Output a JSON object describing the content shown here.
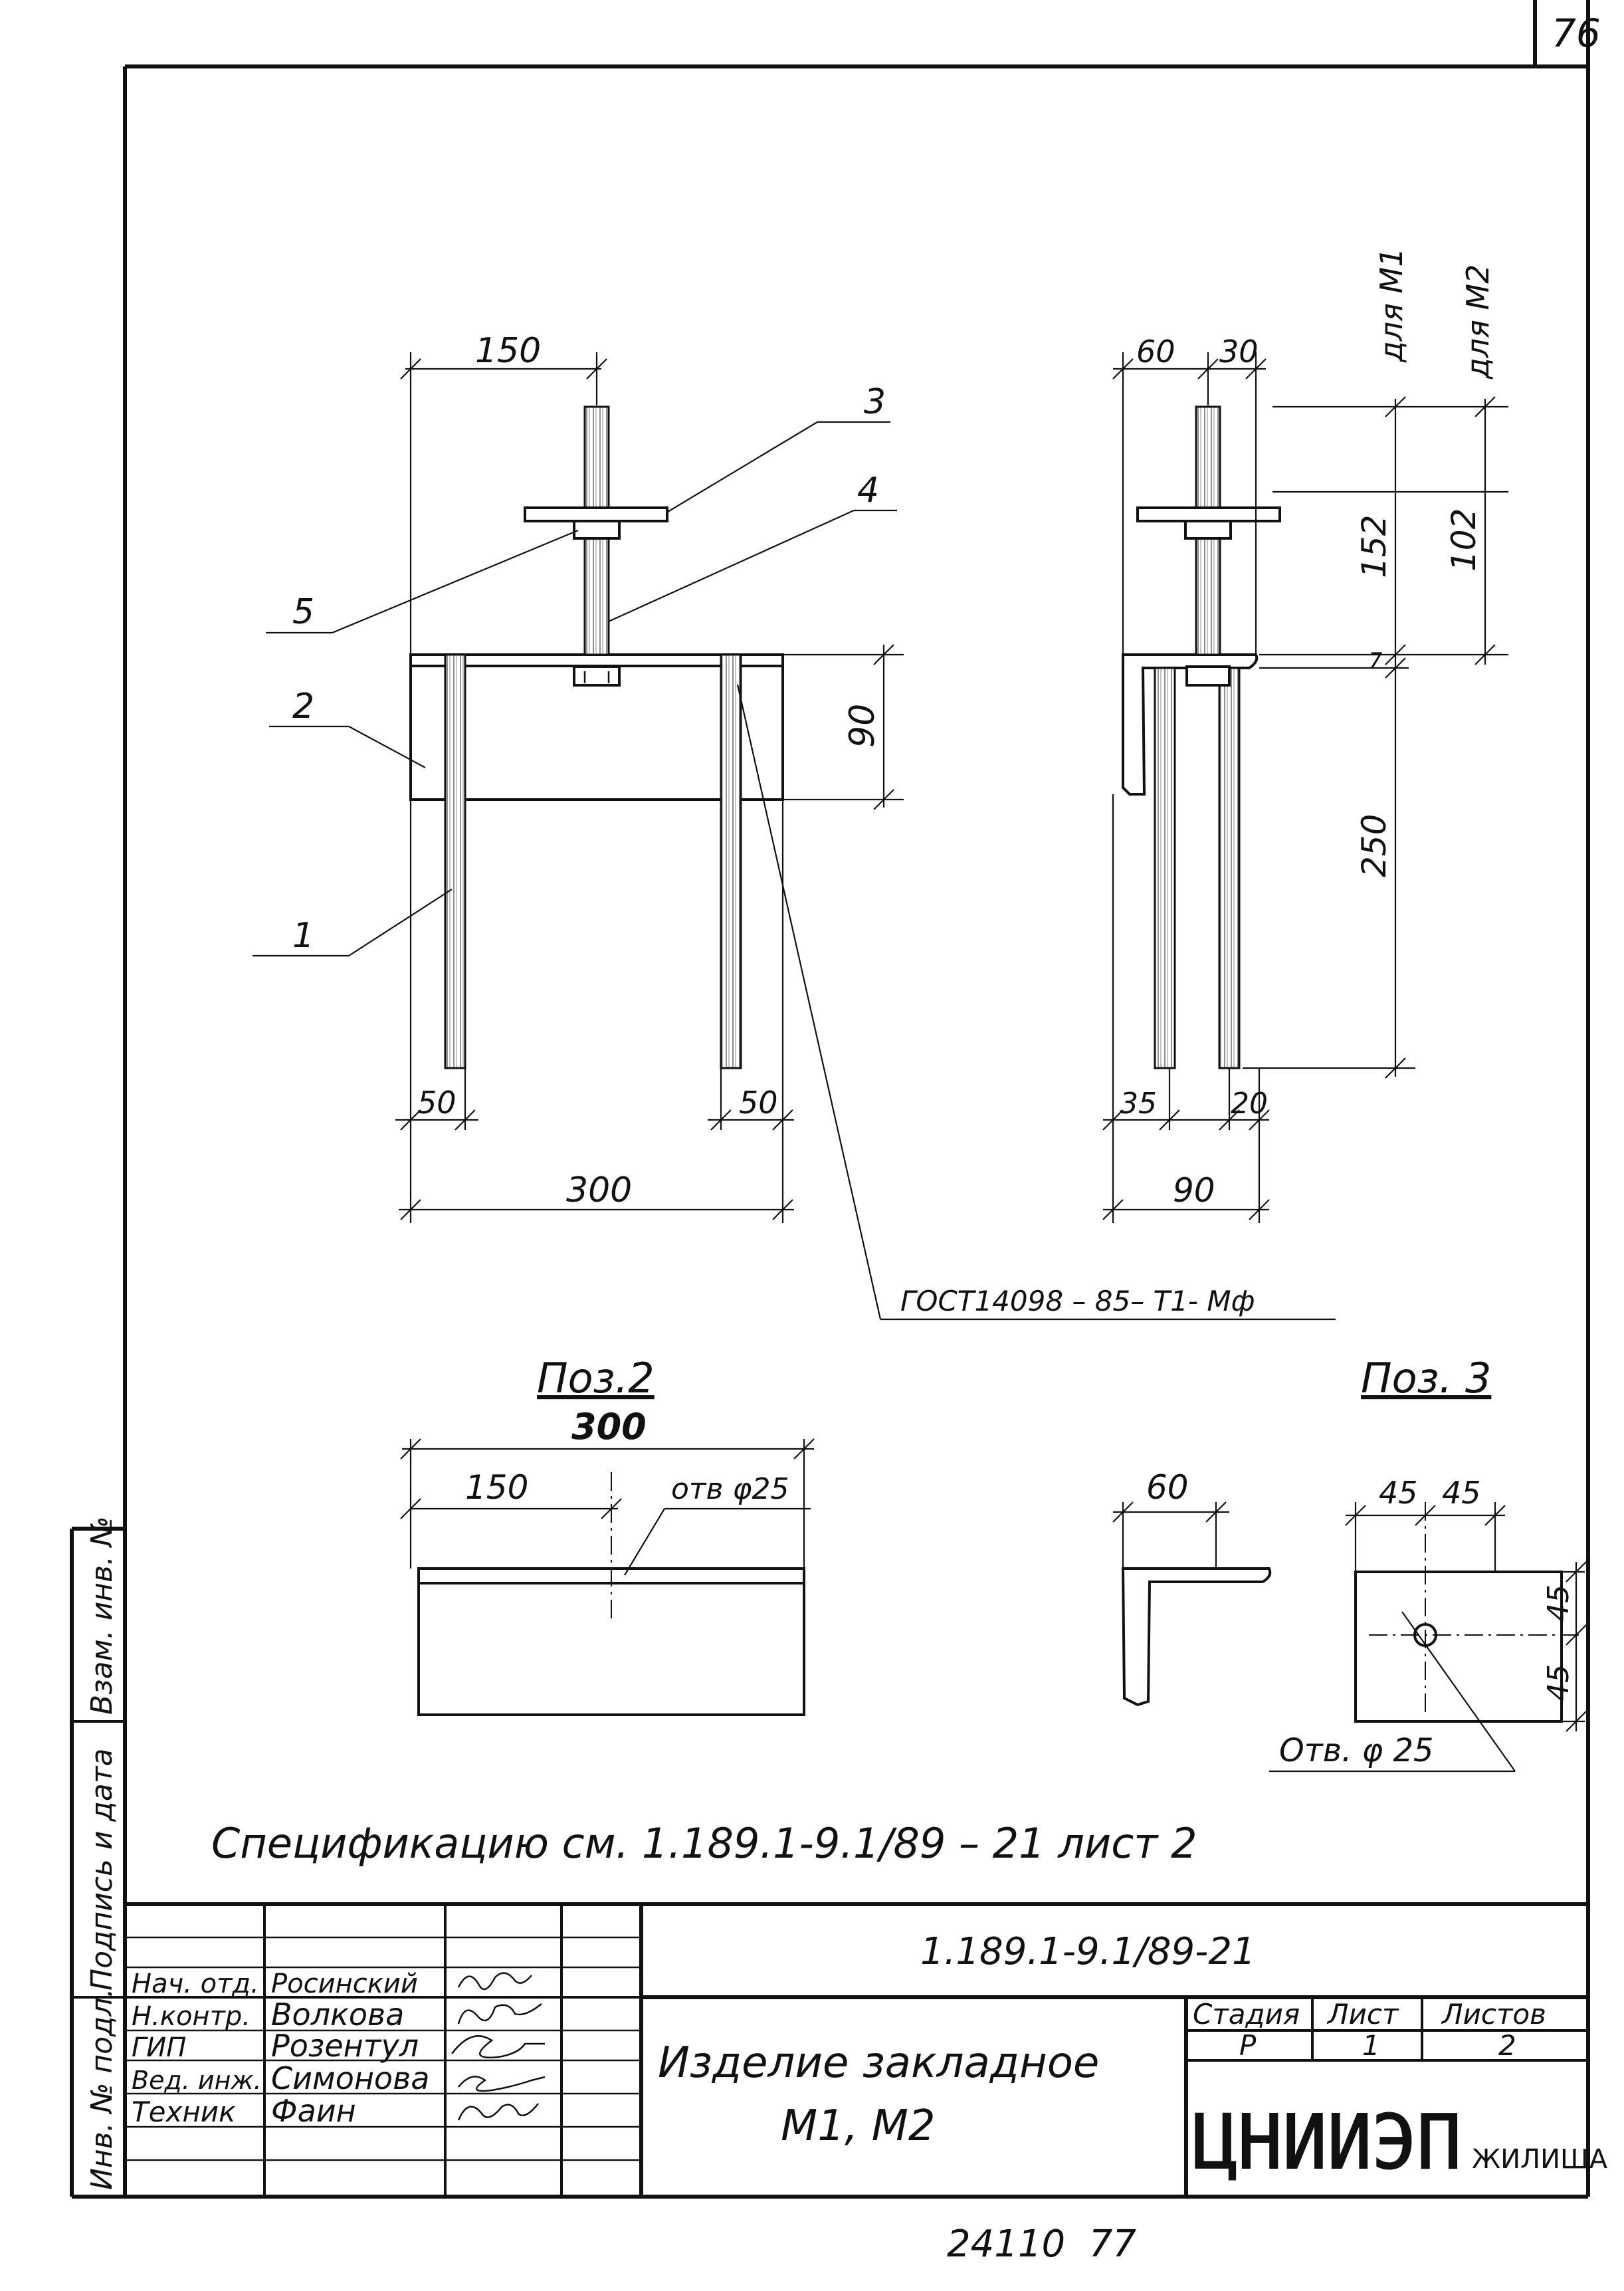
{
  "sheet_number": "76",
  "bottom_number": "24110  77",
  "drawing_code": "1.189.1-9.1/89-21",
  "title_line1": "Изделие закладное",
  "title_line2": "М1, М2",
  "organization": "ЦНИИЭП",
  "organization_sub": "ЖИЛИЩА",
  "stage_header": {
    "stage": "Стадия",
    "sheet": "Лист",
    "sheets": "Листов"
  },
  "stage_values": {
    "stage": "Р",
    "sheet": "1",
    "sheets": "2"
  },
  "signatures": [
    {
      "role": "Нач. отд.",
      "name": "Росинский"
    },
    {
      "role": "Н.контр.",
      "name": "Волкова"
    },
    {
      "role": "ГИП",
      "name": "Розентул"
    },
    {
      "role": "Вед. инж.",
      "name": "Симонова"
    },
    {
      "role": "Техник",
      "name": "Фаин"
    }
  ],
  "side_stamp": {
    "inv_podl": "Инв. № подл.",
    "podpis_data": "Подпись и дата",
    "vzam_inv": "Взам. инв. №"
  },
  "spec_note": "Спецификацию   см.  1.189.1-9.1/89 – 21  лист 2",
  "weld_note": "ГОСТ14098 – 85– Т1- Мф",
  "front_view": {
    "dim_top": "150",
    "dim_height": "90",
    "dim_left": "50",
    "dim_right": "50",
    "dim_total": "300",
    "callouts": [
      "1",
      "2",
      "3",
      "4",
      "5"
    ]
  },
  "side_view": {
    "dim_top_left": "60",
    "dim_top_right": "30",
    "dim_bot_left": "35",
    "dim_bot_right": "20",
    "dim_bot_total": "90",
    "label_m1": "для М1",
    "label_m2": "для М2",
    "dim_152": "152",
    "dim_102": "102",
    "dim_250": "250",
    "dim_7": "7"
  },
  "poz2": {
    "title": "Поз.2",
    "dim_total": "300",
    "dim_half": "150",
    "hole": "отв φ25"
  },
  "poz3": {
    "title": "Поз. 3",
    "dim_leg": "60",
    "dim_a": "45",
    "dim_b": "45",
    "dim_c": "45",
    "dim_d": "45",
    "hole": "Отв. φ 25"
  }
}
